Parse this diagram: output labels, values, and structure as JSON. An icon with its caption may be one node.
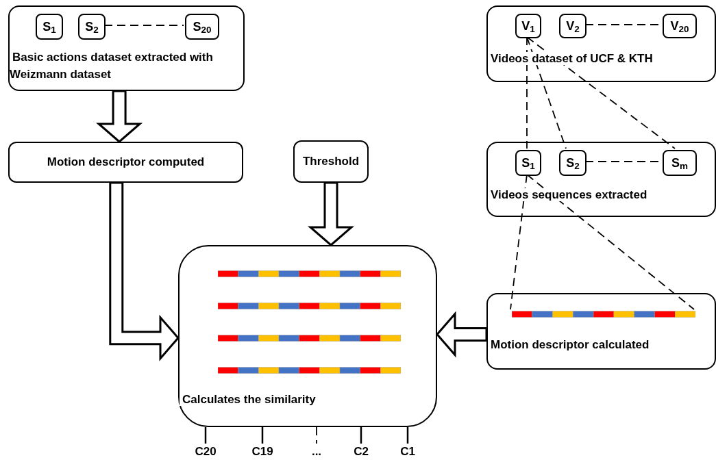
{
  "diagram": {
    "nodes": [
      {
        "text": [
          "Basic actions dataset extracted with Weizmann dataset"
        ]
      },
      {
        "text": [
          "S$_{1}$"
        ],
        "in": 0
      },
      {
        "text": [
          "S$_{2}$"
        ],
        "in": 0
      },
      {
        "text": [
          "S$_{20}$"
        ],
        "in": 0
      },
      {
        "text": [
          "Motion descriptor computed"
        ]
      },
      {
        "text": [
          "Threshold"
        ]
      },
      {
        "text": [
          "Calculates the similarity"
        ]
      },
      {
        "text": [
          "Videos dataset of UCF & KTH"
        ]
      },
      {
        "text": [
          "V$_{1}$"
        ],
        "in": 7
      },
      {
        "text": [
          "V$_{2}$"
        ],
        "in": 7
      },
      {
        "text": [
          "V$_{20}$"
        ],
        "in": 7
      },
      {
        "text": [
          "Videos sequences extracted"
        ]
      },
      {
        "text": [
          "S$_{1}$"
        ],
        "in": 11
      },
      {
        "text": [
          "S$_{2}$"
        ],
        "in": 11
      },
      {
        "text": [
          "S$_{m}$"
        ],
        "in": 11
      },
      {
        "text": [
          "Motion descriptor calculated"
        ]
      },
      {
        "text": [],
        "shape": "bar",
        "in": 15
      },
      {
        "text": [
          "C20"
        ]
      },
      {
        "text": [
          "C19"
        ]
      },
      {
        "text": [
          "..."
        ]
      },
      {
        "text": [
          "C2"
        ]
      },
      {
        "text": [
          "C1"
        ]
      }
    ],
    "edges": [
      {
        "from": 0,
        "to": 4,
        "arrow": "to",
        "style": "thick"
      },
      {
        "from": 4,
        "to": 6,
        "arrow": "to",
        "style": "thick"
      },
      {
        "from": 5,
        "to": 6,
        "arrow": "to",
        "style": "thick"
      },
      {
        "from": 15,
        "to": 6,
        "arrow": "to",
        "style": "thick"
      },
      {
        "from": 2,
        "to": 3,
        "arrow": "none",
        "style": "dashed"
      },
      {
        "from": 9,
        "to": 10,
        "arrow": "none",
        "style": "dashed"
      },
      {
        "from": 8,
        "to": 12,
        "arrow": "none",
        "style": "dashed"
      },
      {
        "from": 8,
        "to": 13,
        "arrow": "none",
        "style": "dashed"
      },
      {
        "from": 8,
        "to": 14,
        "arrow": "none",
        "style": "dashed"
      },
      {
        "from": 13,
        "to": 14,
        "arrow": "none",
        "style": "dashed"
      },
      {
        "from": 12,
        "to": 16,
        "arrow": "none",
        "style": "dashed"
      },
      {
        "from": 12,
        "to": 16,
        "arrow": "none",
        "style": "dashed"
      },
      {
        "from": 6,
        "to": 17,
        "arrow": "none"
      },
      {
        "from": 6,
        "to": 18,
        "arrow": "none"
      },
      {
        "from": 6,
        "to": 19,
        "arrow": "none",
        "style": "dashed"
      },
      {
        "from": 6,
        "to": 20,
        "arrow": "none"
      },
      {
        "from": 6,
        "to": 21,
        "arrow": "none"
      }
    ]
  }
}
